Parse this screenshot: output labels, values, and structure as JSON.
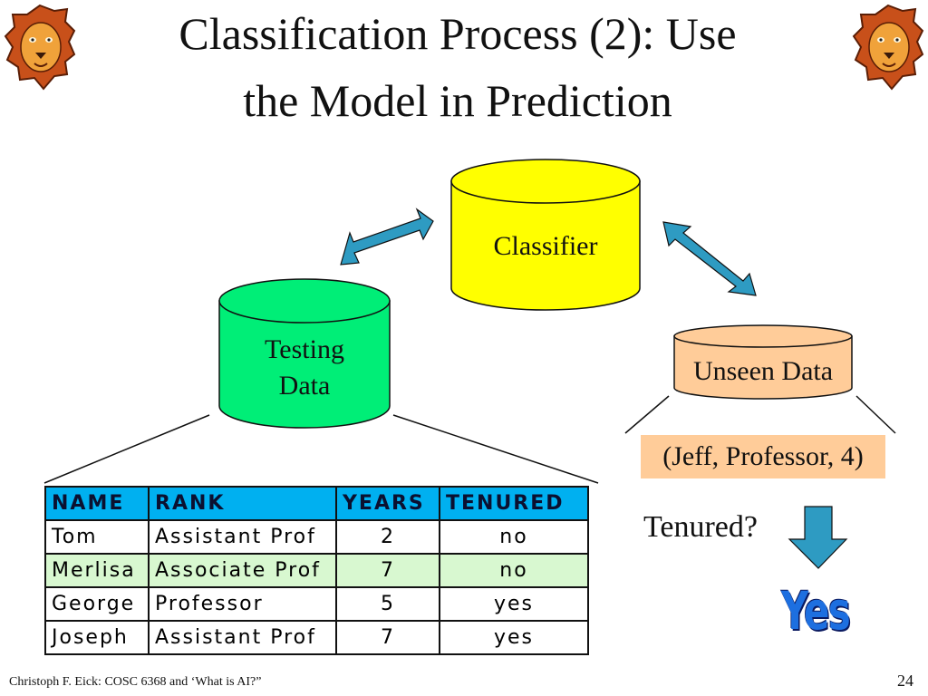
{
  "slide": {
    "title_line1": "Classification Process (2): Use",
    "title_line2": "the Model in Prediction",
    "footer": "Christoph F. Eick: COSC 6368 and ‘What is AI?”",
    "page_number": "24"
  },
  "nodes": {
    "classifier": "Classifier",
    "testing_line1": "Testing",
    "testing_line2": "Data",
    "unseen": "Unseen Data",
    "tuple": "(Jeff, Professor, 4)",
    "question": "Tenured?",
    "answer": "Yes"
  },
  "table": {
    "headers": [
      "NAME",
      "RANK",
      "YEARS",
      "TENURED"
    ],
    "rows": [
      [
        "Tom",
        "Assistant Prof",
        "2",
        "no"
      ],
      [
        "Merlisa",
        "Associate Prof",
        "7",
        "no"
      ],
      [
        "George",
        "Professor",
        "5",
        "yes"
      ],
      [
        "Joseph",
        "Assistant Prof",
        "7",
        "yes"
      ]
    ]
  },
  "colors": {
    "classifier": "#ffff00",
    "testing": "#00ee77",
    "unseen": "#ffcc99",
    "header": "#00b0f0",
    "arrow": "#2e9bc2",
    "yes": "#1d6fe0"
  },
  "icons": [
    "lion-logo-icon",
    "double-arrow-icon",
    "down-arrow-icon"
  ]
}
